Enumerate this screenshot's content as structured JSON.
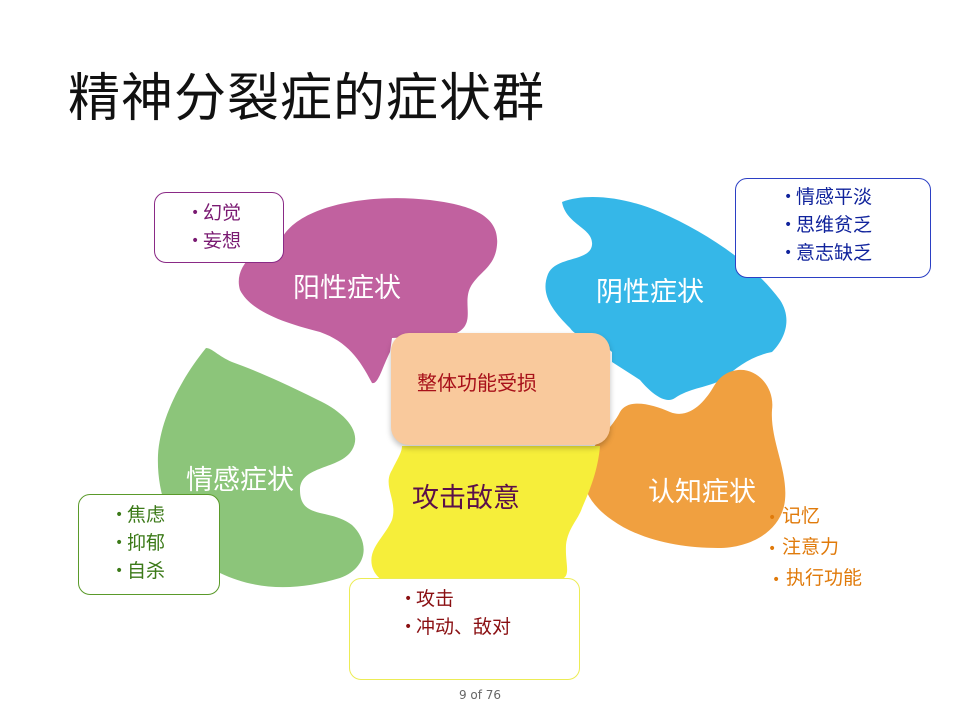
{
  "title": "精神分裂症的症状群",
  "center_label": "整体功能受损",
  "pieces": {
    "positive": {
      "label": "阳性症状",
      "color": "#c1619f",
      "items": [
        "幻觉",
        "妄想"
      ],
      "item_color": "#7a1a72"
    },
    "negative": {
      "label": "阴性症状",
      "color": "#35b7e8",
      "items": [
        "情感平淡",
        "思维贫乏",
        "意志缺乏"
      ],
      "item_color": "#10239c"
    },
    "affective": {
      "label": "情感症状",
      "color": "#8cc57a",
      "items": [
        "焦虑",
        "抑郁",
        "自杀"
      ],
      "item_color": "#3c7a19"
    },
    "cognitive": {
      "label": "认知症状",
      "color": "#f0a040",
      "items": [
        "记忆",
        "注意力",
        "执行功能"
      ],
      "item_color": "#e07a0a"
    },
    "aggressive": {
      "label": "攻击敌意",
      "color": "#f6ee3a",
      "items": [
        "攻击",
        "冲动、敌对"
      ],
      "item_color": "#8a0f12",
      "label_color": "#5a0f4a"
    }
  },
  "page_indicator": "9  of  76"
}
